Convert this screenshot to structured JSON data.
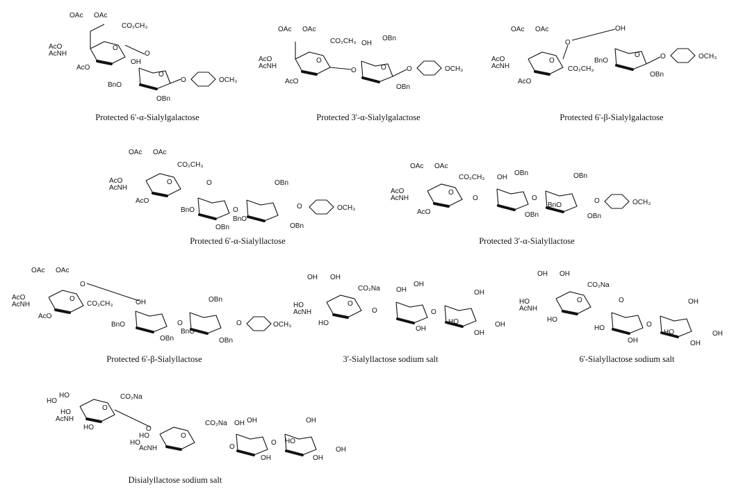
{
  "captions": {
    "c1": "Protected 6'-α-Sialylgalactose",
    "c2": "Protected 3'-α-Sialylgalactose",
    "c3": "Protected 6'-β-Sialylgalactose",
    "c4": "Protected 6'-α-Sialyllactose",
    "c5": "Protected 3'-α-Sialyllactose",
    "c6": "Protected 6'-β-Sialyllactose",
    "c7": "3'-Sialyllactose sodium salt",
    "c8": "6'-Sialyllactose sodium salt",
    "c9": "Disialyllactose sodium salt"
  },
  "labels": {
    "oac": "OAc",
    "aco": "AcO",
    "acnh": "AcNH",
    "co2ch3": "CO₂CH₃",
    "co2na": "CO₂Na",
    "o": "O",
    "oh": "OH",
    "ho": "HO",
    "obn": "OBn",
    "bno": "BnO",
    "och3": "OCH₃"
  }
}
